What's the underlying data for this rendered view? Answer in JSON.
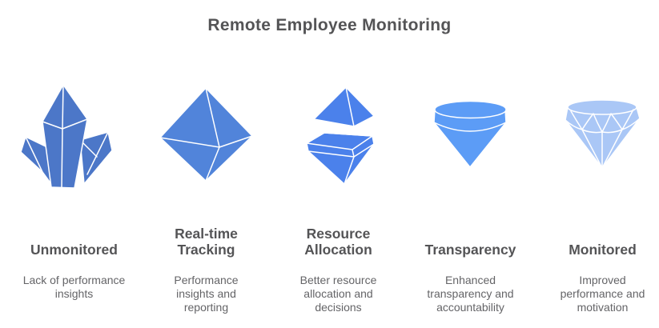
{
  "title": "Remote Employee Monitoring",
  "colors": {
    "title_text": "#545456",
    "heading_text": "#545456",
    "description_text": "#646467",
    "stroke": "#ffffff"
  },
  "stages": [
    {
      "id": "unmonitored",
      "icon": "crystal-cluster-icon",
      "heading": [
        "Unmonitored"
      ],
      "description": [
        "Lack of performance",
        "insights"
      ],
      "color": "#4C77C8"
    },
    {
      "id": "real-time-tracking",
      "icon": "rough-diamond-octahedron-icon",
      "heading": [
        "Real-time",
        "Tracking"
      ],
      "description": [
        "Performance",
        "insights and",
        "reporting"
      ],
      "color": "#5184DA"
    },
    {
      "id": "resource-allocation",
      "icon": "split-diamond-icon",
      "heading": [
        "Resource",
        "Allocation"
      ],
      "description": [
        "Better resource",
        "allocation and",
        "decisions"
      ],
      "color": "#4B81EB"
    },
    {
      "id": "transparency",
      "icon": "smooth-cone-diamond-icon",
      "heading": [
        "Transparency"
      ],
      "description": [
        "Enhanced",
        "transparency and",
        "accountability"
      ],
      "color": "#5C9CF6"
    },
    {
      "id": "monitored",
      "icon": "brilliant-diamond-icon",
      "heading": [
        "Monitored"
      ],
      "description": [
        "Improved",
        "performance and",
        "motivation"
      ],
      "color": "#AAC7F6"
    }
  ]
}
